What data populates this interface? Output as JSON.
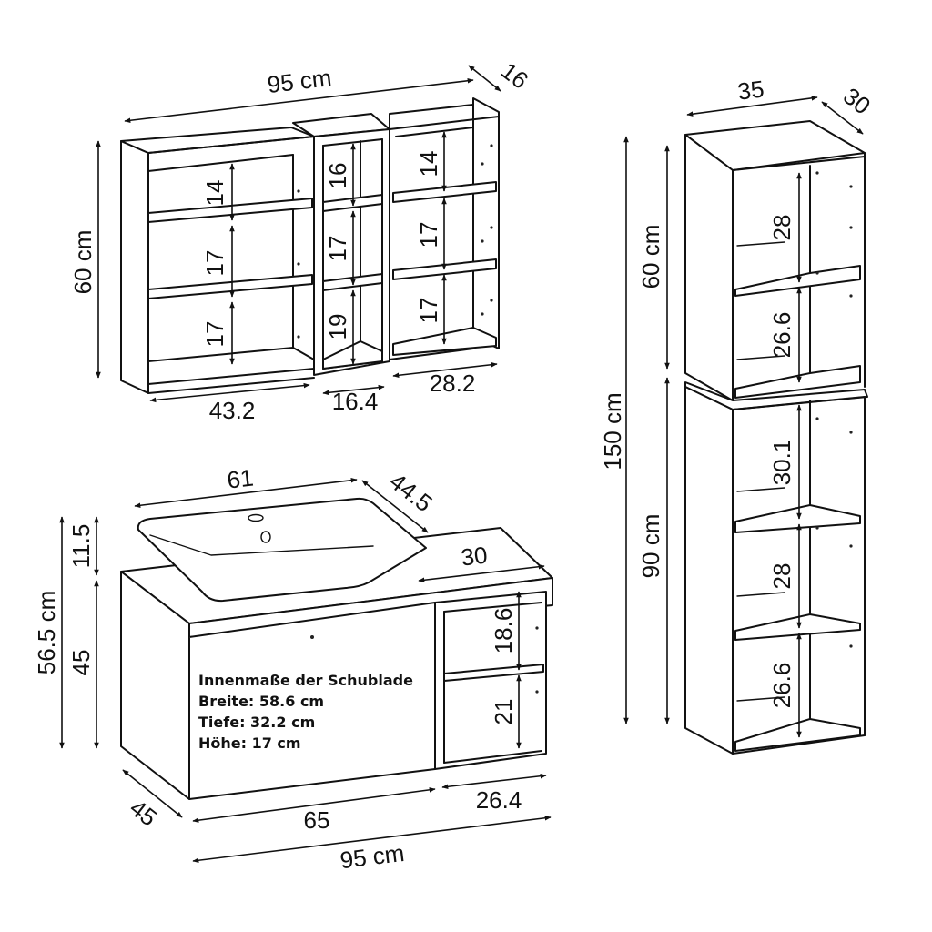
{
  "wall_shelf": {
    "width": "95 cm",
    "depth": "16",
    "height": "60 cm",
    "left_compartments": [
      "14",
      "17",
      "17"
    ],
    "middle_compartments": [
      "16",
      "17",
      "19"
    ],
    "right_compartments": [
      "14",
      "17",
      "17"
    ],
    "left_width": "43.2",
    "middle_width": "16.4",
    "right_width": "28.2"
  },
  "tall_cabinet": {
    "width": "35",
    "depth": "30",
    "total_height": "150 cm",
    "upper_height": "60 cm",
    "lower_height": "90 cm",
    "upper_compartments": [
      "28",
      "26.6"
    ],
    "lower_compartments": [
      "30.1",
      "28",
      "26.6"
    ]
  },
  "vanity": {
    "basin_width": "61",
    "basin_depth": "44.5",
    "basin_height": "11.5",
    "total_height": "56.5 cm",
    "cabinet_height": "45",
    "top_depth": "30",
    "shelf_compartments": [
      "18.6",
      "21"
    ],
    "depth": "45",
    "drawer_width": "65",
    "shelf_width": "26.4",
    "total_width": "95 cm",
    "drawer_note": {
      "title": "Innenmaße der Schublade",
      "width": "Breite: 58.6 cm",
      "depth": "Tiefe: 32.2 cm",
      "height": "Höhe: 17 cm"
    }
  }
}
